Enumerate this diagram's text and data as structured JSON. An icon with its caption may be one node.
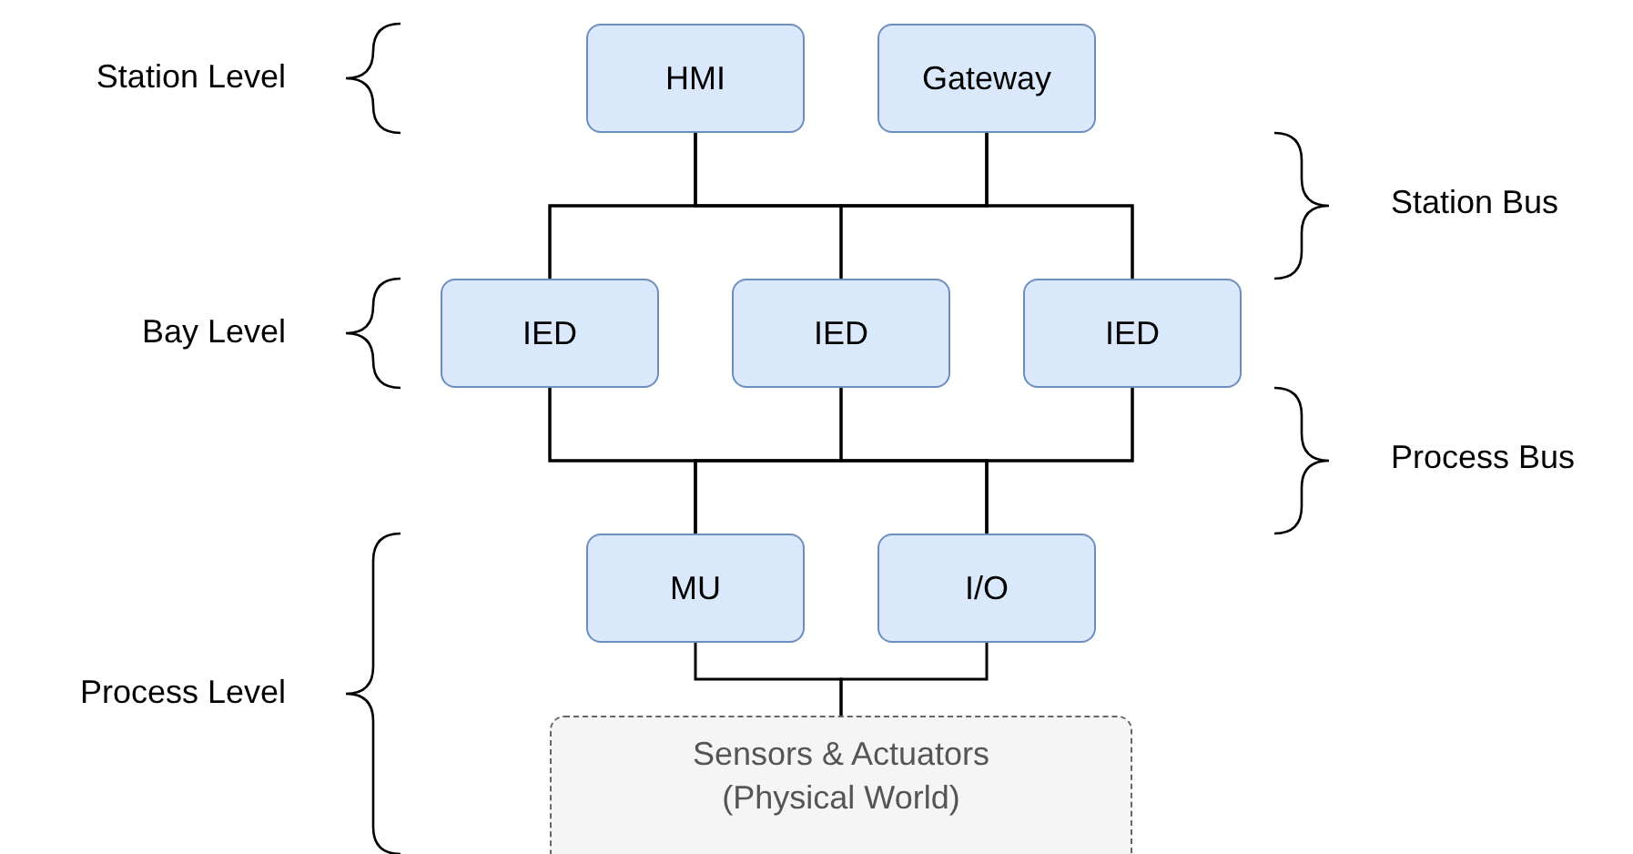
{
  "diagram": {
    "nodes": [
      {
        "text": [
          "HMI"
        ]
      },
      {
        "text": [
          "Gateway"
        ]
      },
      {
        "text": [
          "IED"
        ]
      },
      {
        "text": [
          "IED"
        ]
      },
      {
        "text": [
          "IED"
        ]
      },
      {
        "text": [
          "MU"
        ]
      },
      {
        "text": [
          "I/O"
        ]
      },
      {
        "text": [
          "Sensors & Actuators (Physical World)"
        ]
      }
    ],
    "edges": [
      {
        "from": 0,
        "to": 2,
        "arrow": "none"
      },
      {
        "from": 0,
        "to": 3,
        "arrow": "none"
      },
      {
        "from": 0,
        "to": 4,
        "arrow": "none"
      },
      {
        "from": 1,
        "to": 2,
        "arrow": "none"
      },
      {
        "from": 1,
        "to": 3,
        "arrow": "none"
      },
      {
        "from": 1,
        "to": 4,
        "arrow": "none"
      },
      {
        "from": 2,
        "to": 5,
        "arrow": "none"
      },
      {
        "from": 3,
        "to": 5,
        "arrow": "none"
      },
      {
        "from": 4,
        "to": 5,
        "arrow": "none"
      },
      {
        "from": 2,
        "to": 6,
        "arrow": "none"
      },
      {
        "from": 3,
        "to": 6,
        "arrow": "none"
      },
      {
        "from": 4,
        "to": 6,
        "arrow": "none"
      },
      {
        "from": 5,
        "to": 7,
        "arrow": "none"
      },
      {
        "from": 6,
        "to": 7,
        "arrow": "none"
      }
    ],
    "labels": [
      "Station Level",
      "Station Bus",
      "Bay Level",
      "Process Bus",
      "Process Level"
    ]
  }
}
